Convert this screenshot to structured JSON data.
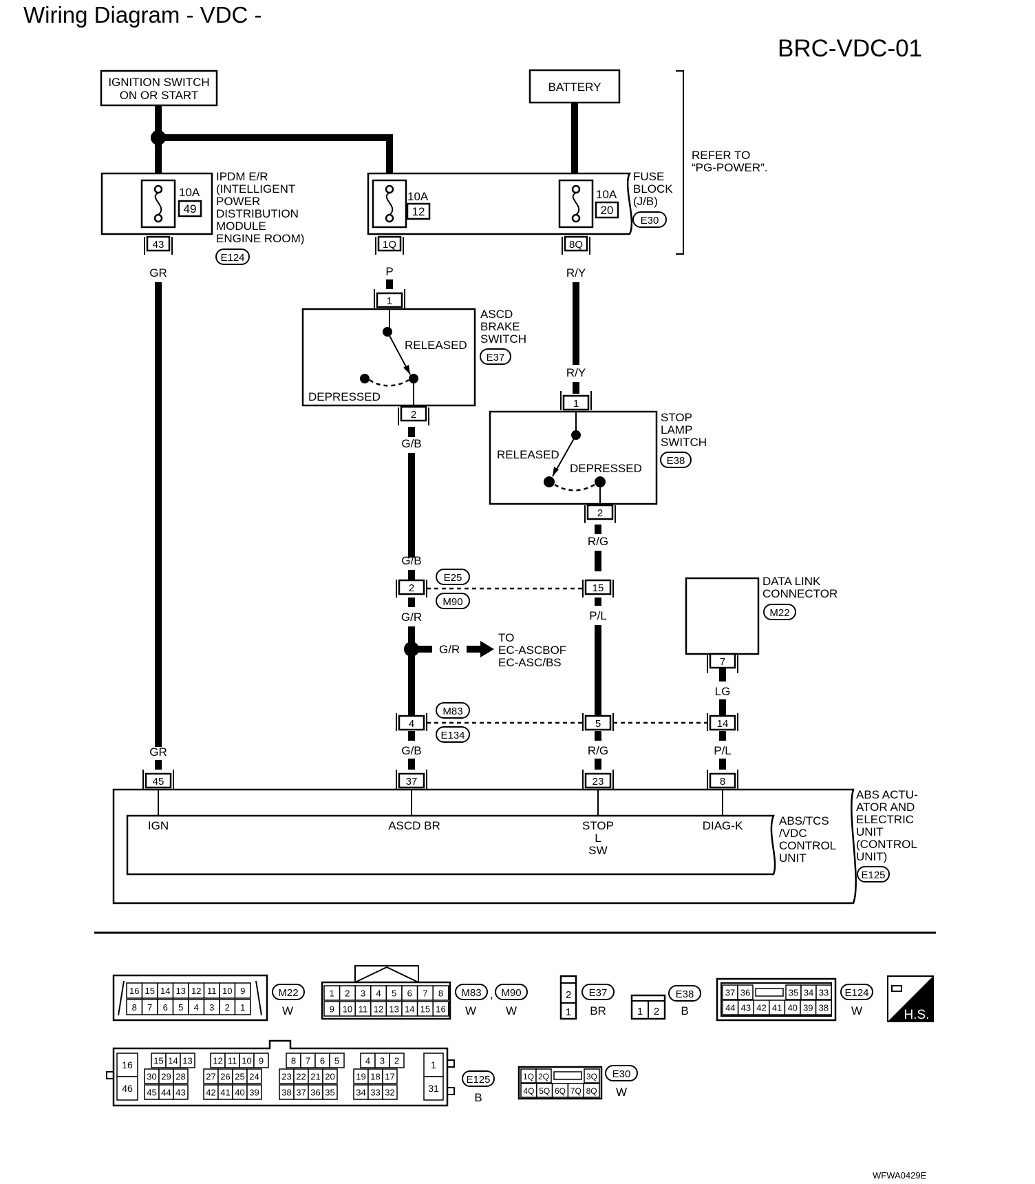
{
  "title": "Wiring Diagram - VDC -",
  "code": "BRC-VDC-01",
  "footer_code": "WFWA0429E",
  "power": {
    "ignition": [
      "IGNITION SWITCH",
      "ON OR START"
    ],
    "battery": "BATTERY",
    "refer": [
      "REFER TO",
      "“PG-POWER”."
    ]
  },
  "ipdm": {
    "label": [
      "IPDM E/R",
      "(INTELLIGENT",
      "POWER",
      "DISTRIBUTION",
      "MODULE",
      "ENGINE ROOM)"
    ],
    "connector": "E124",
    "fuse": {
      "amp": "10A",
      "num": "49",
      "pin": "43"
    }
  },
  "fuse_block": {
    "label": [
      "FUSE",
      "BLOCK",
      "(J/B)"
    ],
    "connector": "E30",
    "fuses": [
      {
        "amp": "10A",
        "num": "12",
        "pin": "1Q"
      },
      {
        "amp": "10A",
        "num": "20",
        "pin": "8Q"
      }
    ]
  },
  "wires": {
    "gr": "GR",
    "p": "P",
    "ry": "R/Y",
    "gb": "G/B",
    "gr2": "G/R",
    "rg": "R/G",
    "pl": "P/L",
    "lg": "LG"
  },
  "brake_switch": {
    "label": [
      "ASCD",
      "BRAKE",
      "SWITCH"
    ],
    "connector": "E37",
    "released": "RELEASED",
    "depressed": "DEPRESSED",
    "pin_in": "1",
    "pin_out": "2"
  },
  "stop_lamp": {
    "label": [
      "STOP",
      "LAMP",
      "SWITCH"
    ],
    "connector": "E38",
    "released": "RELEASED",
    "depressed": "DEPRESSED",
    "pin_in": "1",
    "pin_out": "2"
  },
  "data_link": {
    "label": [
      "DATA LINK",
      "CONNECTOR"
    ],
    "connector": "M22",
    "pin": "7"
  },
  "joint1": {
    "top": "E25",
    "bottom": "M90",
    "pin_a": "2",
    "pin_b": "15"
  },
  "joint2": {
    "top": "M83",
    "bottom": "E134",
    "pin_a": "4",
    "pin_b": "5",
    "pin_c": "14"
  },
  "branch": {
    "to": [
      "TO",
      "EC-ASCBOF",
      "EC-ASC/BS"
    ]
  },
  "abs_unit": {
    "outer_label": [
      "ABS ACTU-",
      "ATOR AND",
      "ELECTRIC",
      "UNIT",
      "(CONTROL",
      "UNIT)"
    ],
    "inner_label": [
      "ABS/TCS",
      "/VDC",
      "CONTROL",
      "UNIT"
    ],
    "connector": "E125",
    "terminals": [
      {
        "pin": "45",
        "name": [
          "IGN"
        ]
      },
      {
        "pin": "37",
        "name": [
          "ASCD BR"
        ]
      },
      {
        "pin": "23",
        "name": [
          "STOP",
          "L",
          "SW"
        ]
      },
      {
        "pin": "8",
        "name": [
          "DIAG-K"
        ]
      }
    ]
  },
  "connector_views": {
    "m22": {
      "top": [
        "16",
        "15",
        "14",
        "13",
        "12",
        "11",
        "10",
        "9"
      ],
      "bottom": [
        "8",
        "7",
        "6",
        "5",
        "4",
        "3",
        "2",
        "1"
      ],
      "id": "M22",
      "color": "W"
    },
    "m83": {
      "top": [
        "1",
        "2",
        "3",
        "4",
        "5",
        "6",
        "7",
        "8"
      ],
      "bottom": [
        "9",
        "10",
        "11",
        "12",
        "13",
        "14",
        "15",
        "16"
      ],
      "ids": [
        "M83",
        "M90"
      ],
      "colors": [
        "W",
        "W"
      ]
    },
    "e37": {
      "pins": [
        "2",
        "1"
      ],
      "id": "E37",
      "color": "BR"
    },
    "e38": {
      "pins": [
        "1",
        "2"
      ],
      "id": "E38",
      "color": "B"
    },
    "e124": {
      "top": [
        "37",
        "36",
        "35",
        "34",
        "33"
      ],
      "bottom": [
        "44",
        "43",
        "42",
        "41",
        "40",
        "39",
        "38"
      ],
      "id": "E124",
      "color": "W"
    },
    "hs": "H.S.",
    "e125": {
      "left": [
        "16",
        "46"
      ],
      "r1": [
        [
          "15",
          "14",
          "13"
        ],
        [
          "12",
          "11",
          "10",
          "9"
        ],
        [
          "8",
          "7",
          "6",
          "5"
        ],
        [
          "4",
          "3",
          "2"
        ]
      ],
      "r2": [
        [
          "30",
          "29",
          "28"
        ],
        [
          "27",
          "26",
          "25",
          "24"
        ],
        [
          "23",
          "22",
          "21",
          "20"
        ],
        [
          "19",
          "18",
          "17"
        ]
      ],
      "r3": [
        [
          "45",
          "44",
          "43"
        ],
        [
          "42",
          "41",
          "40",
          "39"
        ],
        [
          "38",
          "37",
          "36",
          "35"
        ],
        [
          "34",
          "33",
          "32"
        ]
      ],
      "right": [
        "1",
        "31"
      ],
      "id": "E125",
      "color": "B"
    },
    "e30": {
      "top": [
        "1Q",
        "2Q",
        "3Q"
      ],
      "bottom": [
        "4Q",
        "5Q",
        "6Q",
        "7Q",
        "8Q"
      ],
      "id": "E30",
      "color": "W"
    }
  }
}
